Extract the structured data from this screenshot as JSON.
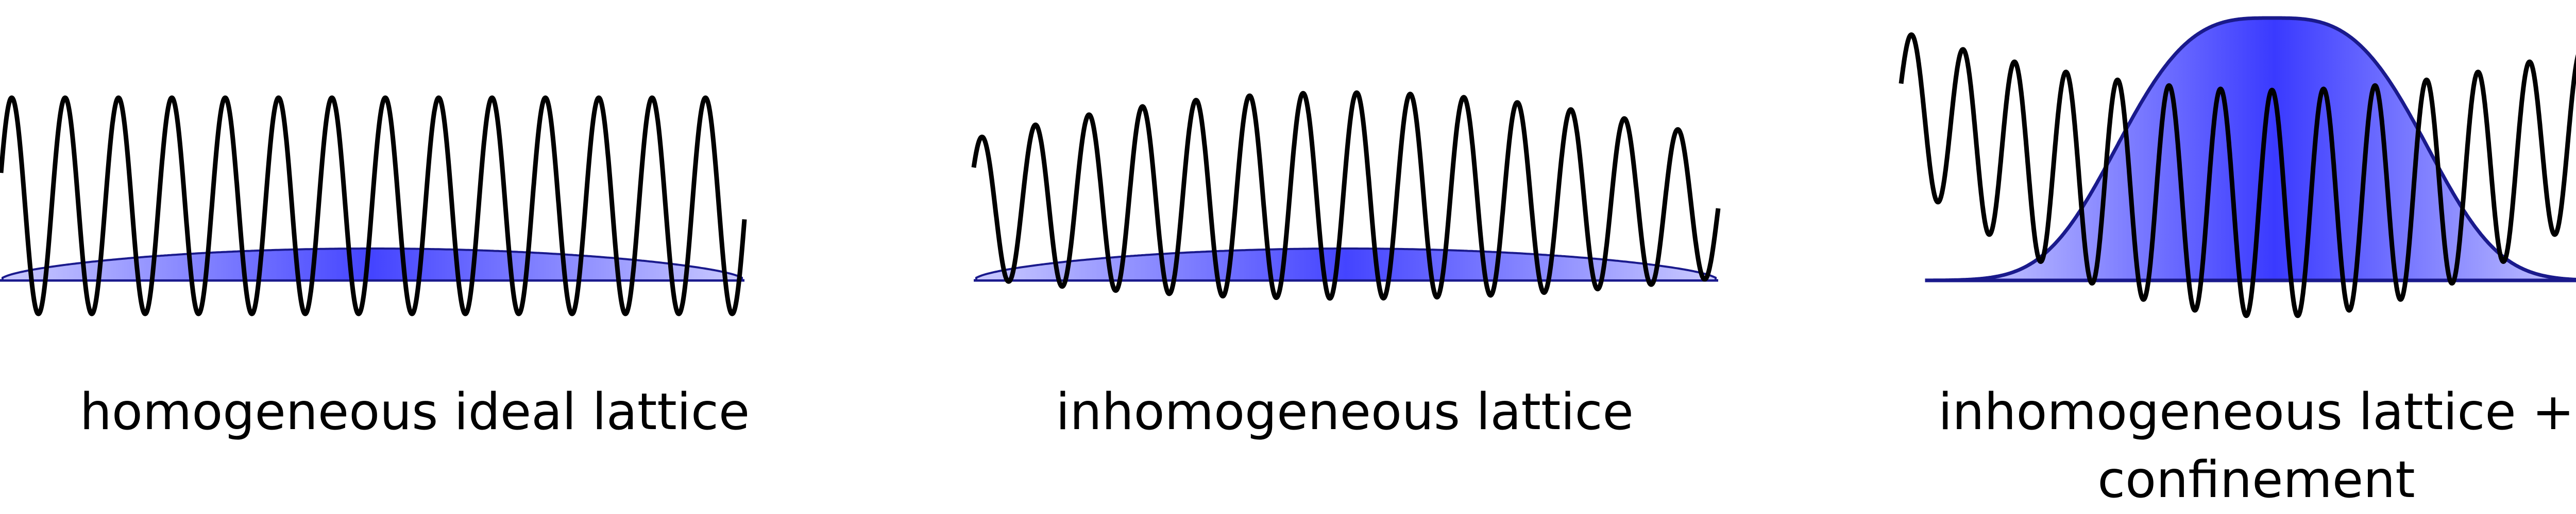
{
  "panels": [
    {
      "id": "homogeneous",
      "caption": "homogeneous ideal lattice",
      "lattice": "uniform",
      "density": "broad-flat"
    },
    {
      "id": "inhomogeneous",
      "caption": "inhomogeneous lattice",
      "lattice": "envelope-modulated",
      "density": "broad-flat"
    },
    {
      "id": "confinement",
      "caption": "inhomogeneous lattice +",
      "caption_line2": "confinement",
      "lattice": "envelope-modulated-plus-harmonic-trap",
      "density": "narrow-tall"
    }
  ],
  "colors": {
    "lattice_line": "#000000",
    "density_outline": "#1a1a8c",
    "density_fill_center": "#3a3aff",
    "density_fill_edge": "#c8c8ff"
  }
}
